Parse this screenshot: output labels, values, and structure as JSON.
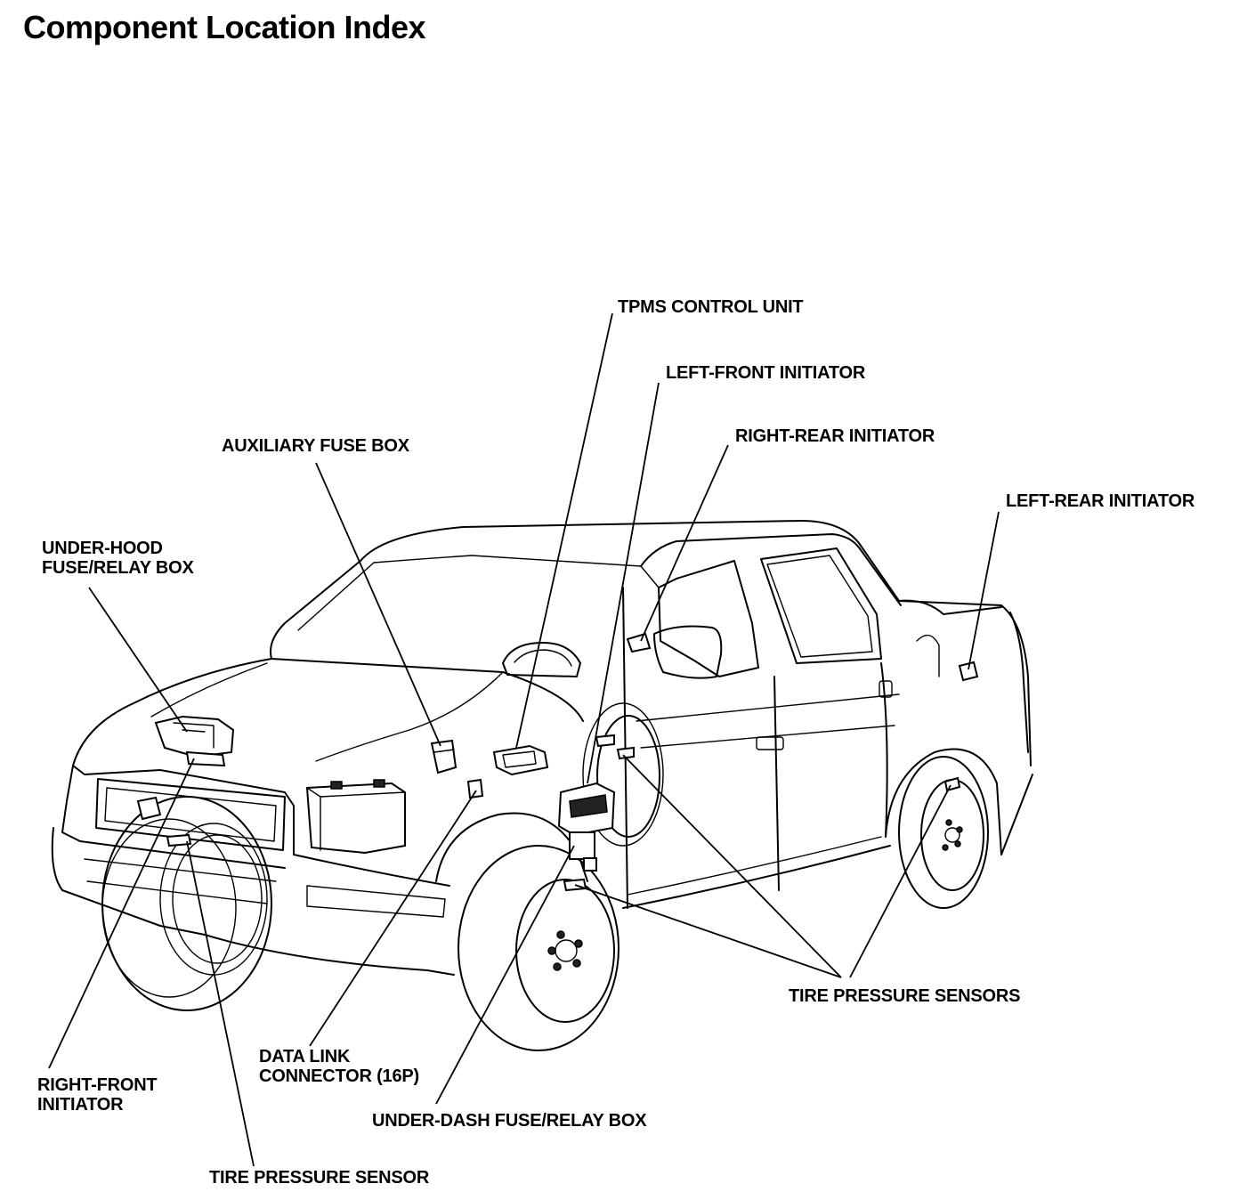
{
  "title": "Component Location Index",
  "labels": {
    "tpms_control_unit": "TPMS CONTROL UNIT",
    "left_front_initiator": "LEFT-FRONT INITIATOR",
    "right_rear_initiator": "RIGHT-REAR INITIATOR",
    "auxiliary_fuse_box": "AUXILIARY FUSE BOX",
    "left_rear_initiator": "LEFT-REAR INITIATOR",
    "under_hood_line1": "UNDER-HOOD",
    "under_hood_line2": "FUSE/RELAY BOX",
    "tire_pressure_sensors": "TIRE PRESSURE SENSORS",
    "data_link_line1": "DATA LINK",
    "data_link_line2": "CONNECTOR (16P)",
    "right_front_line1": "RIGHT-FRONT",
    "right_front_line2": "INITIATOR",
    "under_dash_fuse_relay_box": "UNDER-DASH FUSE/RELAY BOX",
    "tire_pressure_sensor": "TIRE PRESSURE SENSOR"
  },
  "colors": {
    "ink": "#000000",
    "paper": "#ffffff"
  }
}
